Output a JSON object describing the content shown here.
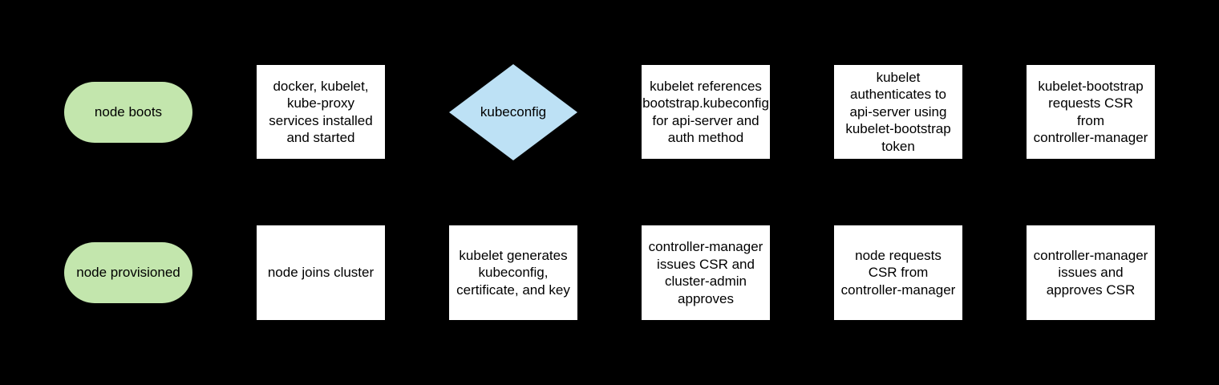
{
  "diagram": {
    "colors": {
      "background": "#000000",
      "process_fill": "#ffffff",
      "terminator_fill": "#c3e6ad",
      "decision_fill": "#bde1f5",
      "text": "#000000"
    },
    "rows": [
      {
        "nodes": [
          {
            "type": "terminator",
            "label": "node boots"
          },
          {
            "type": "process",
            "label": "docker, kubelet,\nkube-proxy\nservices installed\nand started"
          },
          {
            "type": "decision",
            "label": "kubeconfig"
          },
          {
            "type": "process",
            "label": "kubelet references\nbootstrap.kubeconfig\nfor api-server and\nauth method"
          },
          {
            "type": "process",
            "label": "kubelet\nauthenticates to\napi-server using\nkubelet-bootstrap\ntoken"
          },
          {
            "type": "process",
            "label": "kubelet-bootstrap\nrequests CSR\nfrom\ncontroller-manager"
          }
        ]
      },
      {
        "nodes": [
          {
            "type": "terminator",
            "label": "node provisioned"
          },
          {
            "type": "process",
            "label": "node joins cluster"
          },
          {
            "type": "process",
            "label": "kubelet generates\nkubeconfig,\ncertificate, and key"
          },
          {
            "type": "process",
            "label": "controller-manager\nissues CSR and\ncluster-admin\napproves"
          },
          {
            "type": "process",
            "label": "node requests\nCSR from\ncontroller-manager"
          },
          {
            "type": "process",
            "label": "controller-manager\nissues and\napproves CSR"
          }
        ]
      }
    ]
  }
}
